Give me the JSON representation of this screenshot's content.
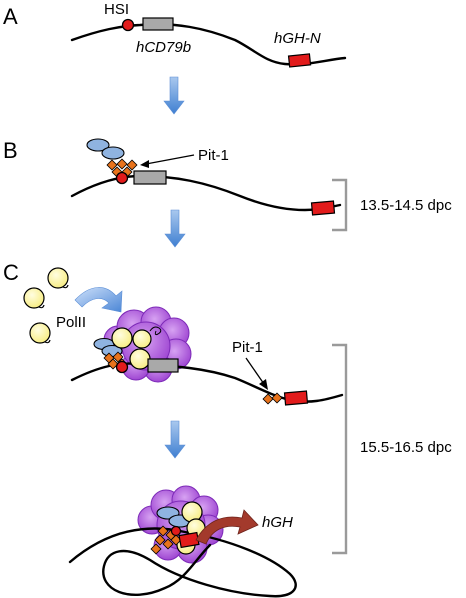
{
  "panels": {
    "a": {
      "letter": "A",
      "hs_label": "HSI",
      "gene_label": "hCD79b",
      "target_label": "hGH-N"
    },
    "b": {
      "letter": "B",
      "factor_label": "Pit-1",
      "stage_range": "13.5-14.5 dpc"
    },
    "c": {
      "letter": "C",
      "polymerase_label": "PolII",
      "factor_label": "Pit-1",
      "product_label": "hGH",
      "stage_range": "15.5-16.5 dpc"
    }
  },
  "colors": {
    "hs_site": "#e21b1b",
    "gene_box": "#a9a9a9",
    "target_gene": "#e21b1b",
    "pit1": "#e8731c",
    "cofactor": "#8fb3e0",
    "polymerase": "#fff7a3",
    "factory": "#a64fd6",
    "flow_arrow": "#4b86d6",
    "product_arrow": "#a33a2c",
    "bracket": "#9a9a9a"
  }
}
